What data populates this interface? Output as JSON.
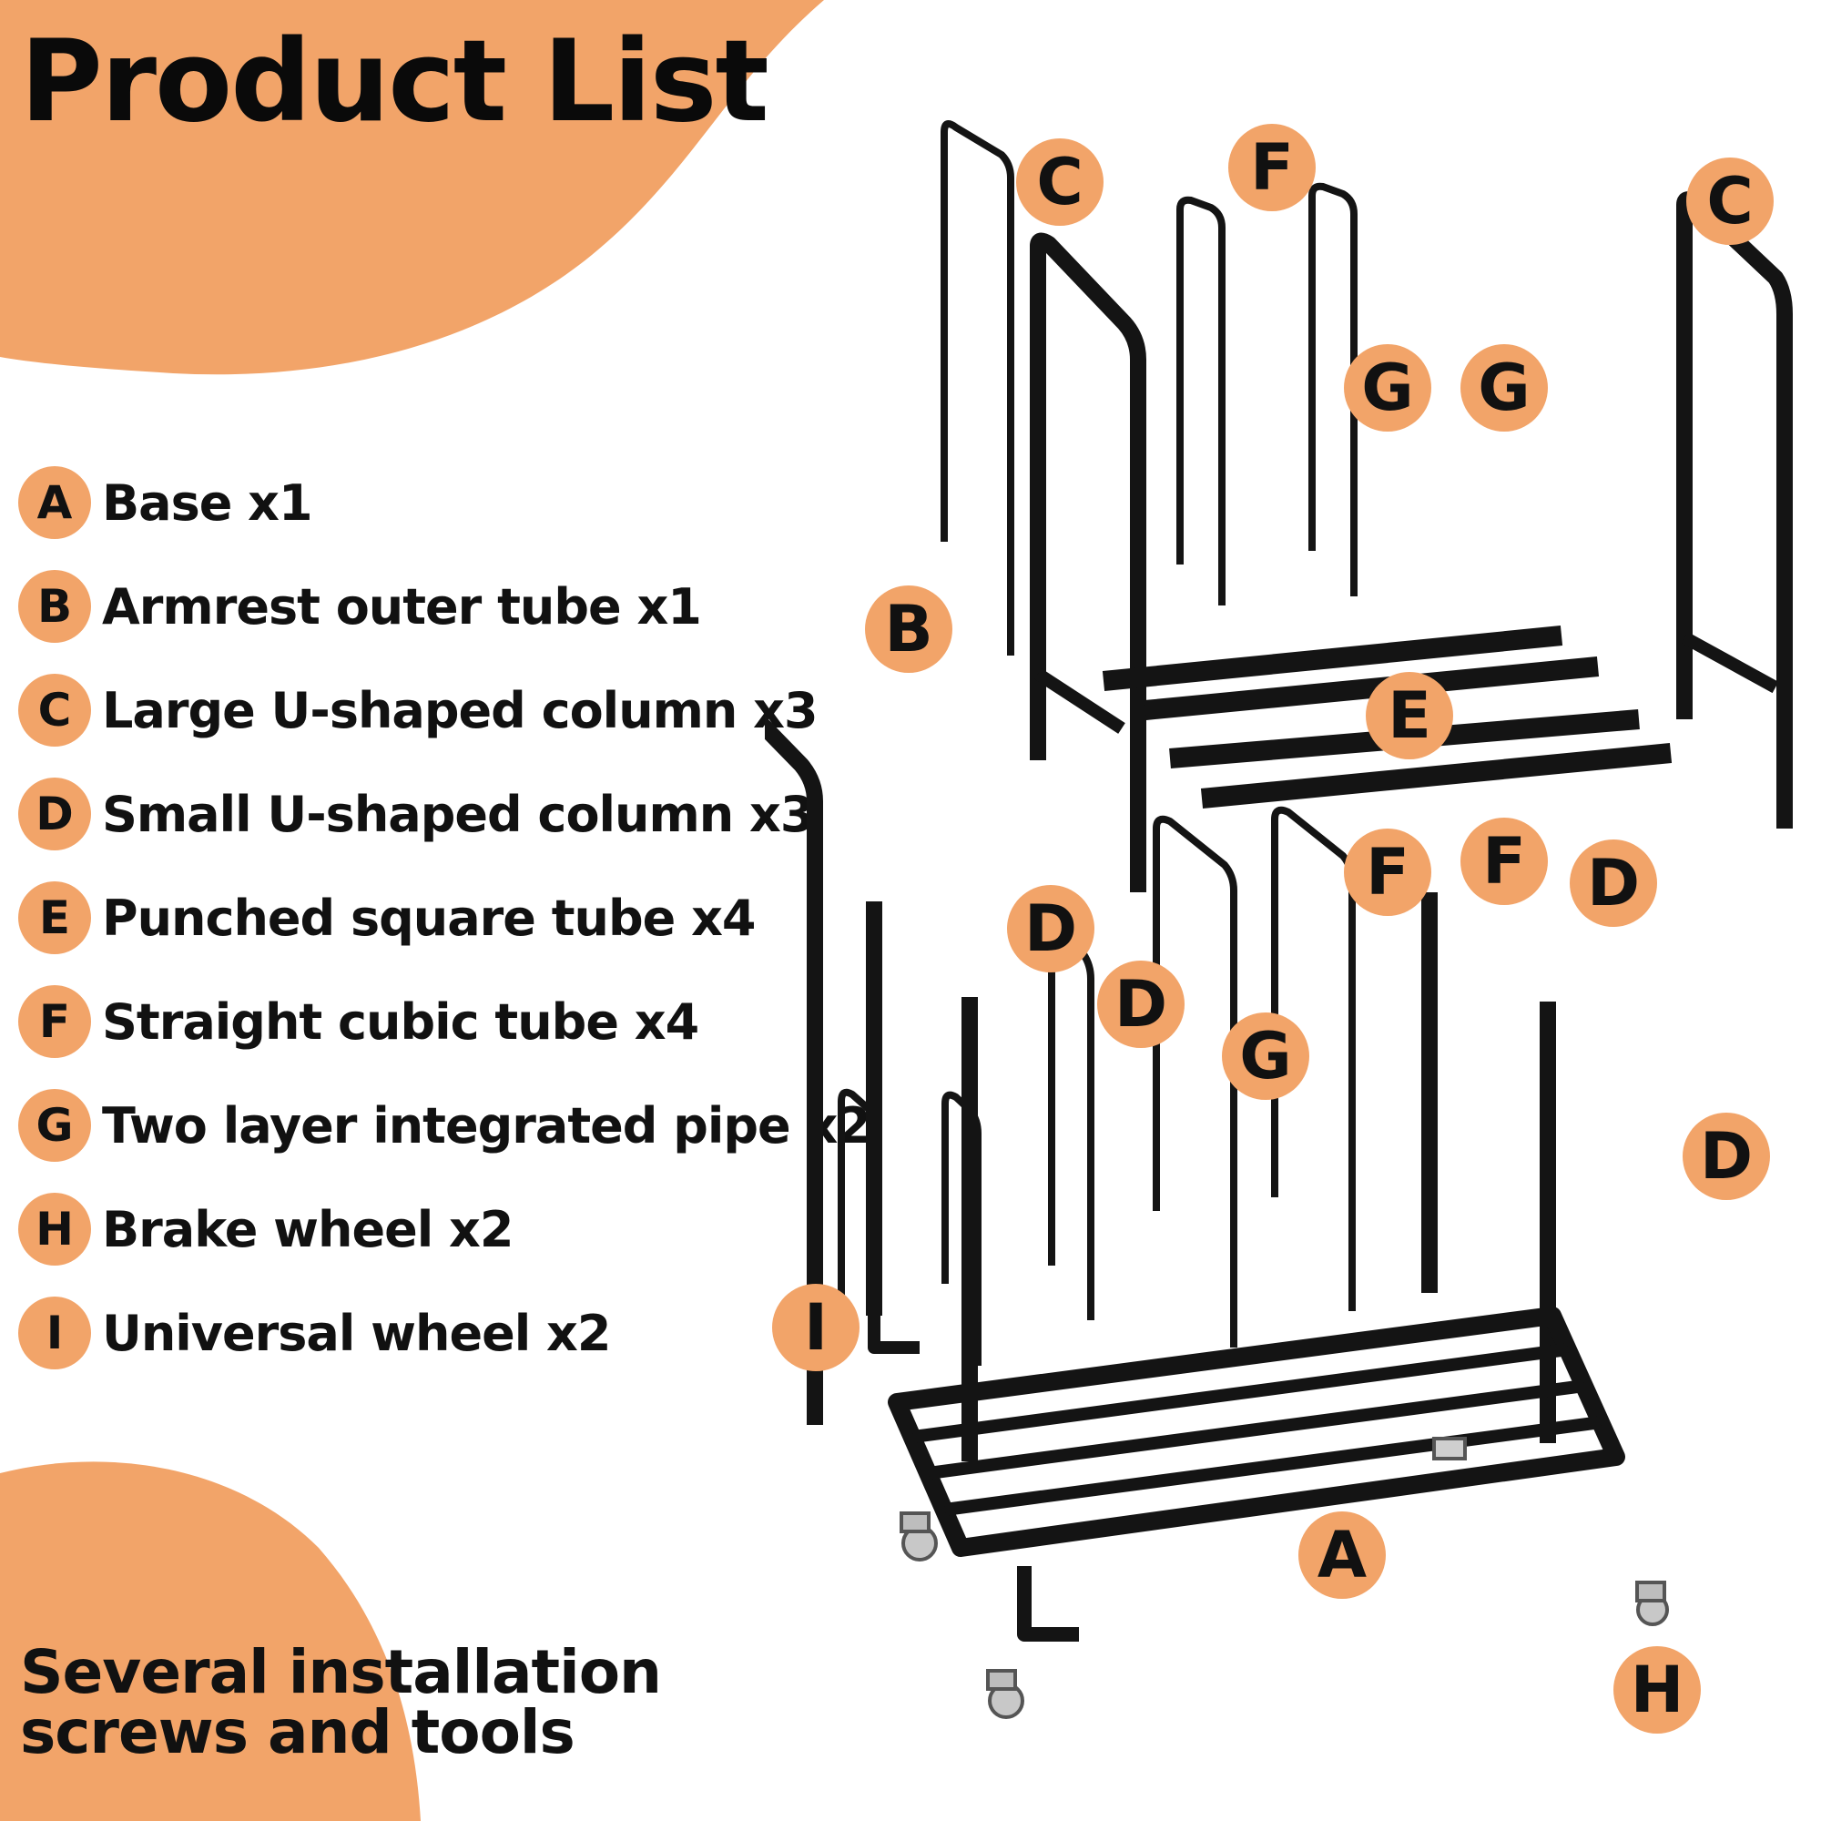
{
  "title": "Product List",
  "theme": {
    "accent": "#f2a469",
    "metal": "#141414",
    "text": "#111111"
  },
  "parts": [
    {
      "letter": "A",
      "name": "Base x1"
    },
    {
      "letter": "B",
      "name": "Armrest outer tube x1"
    },
    {
      "letter": "C",
      "name": "Large U-shaped column x3"
    },
    {
      "letter": "D",
      "name": "Small U-shaped column x3"
    },
    {
      "letter": "E",
      "name": "Punched square tube x4"
    },
    {
      "letter": "F",
      "name": "Straight cubic tube x4"
    },
    {
      "letter": "G",
      "name": "Two layer integrated pipe x2"
    },
    {
      "letter": "H",
      "name": "Brake wheel x2"
    },
    {
      "letter": "I",
      "name": "Universal wheel x2"
    }
  ],
  "footer": {
    "line1": "Several installation",
    "line2": "screws and tools"
  },
  "callouts": {
    "c1": "C",
    "c2": "C",
    "f1": "F",
    "f2": "F",
    "f3": "F",
    "g1": "G",
    "g2": "G",
    "g3": "G",
    "b": "B",
    "e": "E",
    "d1": "D",
    "d2": "D",
    "d3": "D",
    "d4": "D",
    "i": "I",
    "a": "A",
    "h": "H"
  }
}
